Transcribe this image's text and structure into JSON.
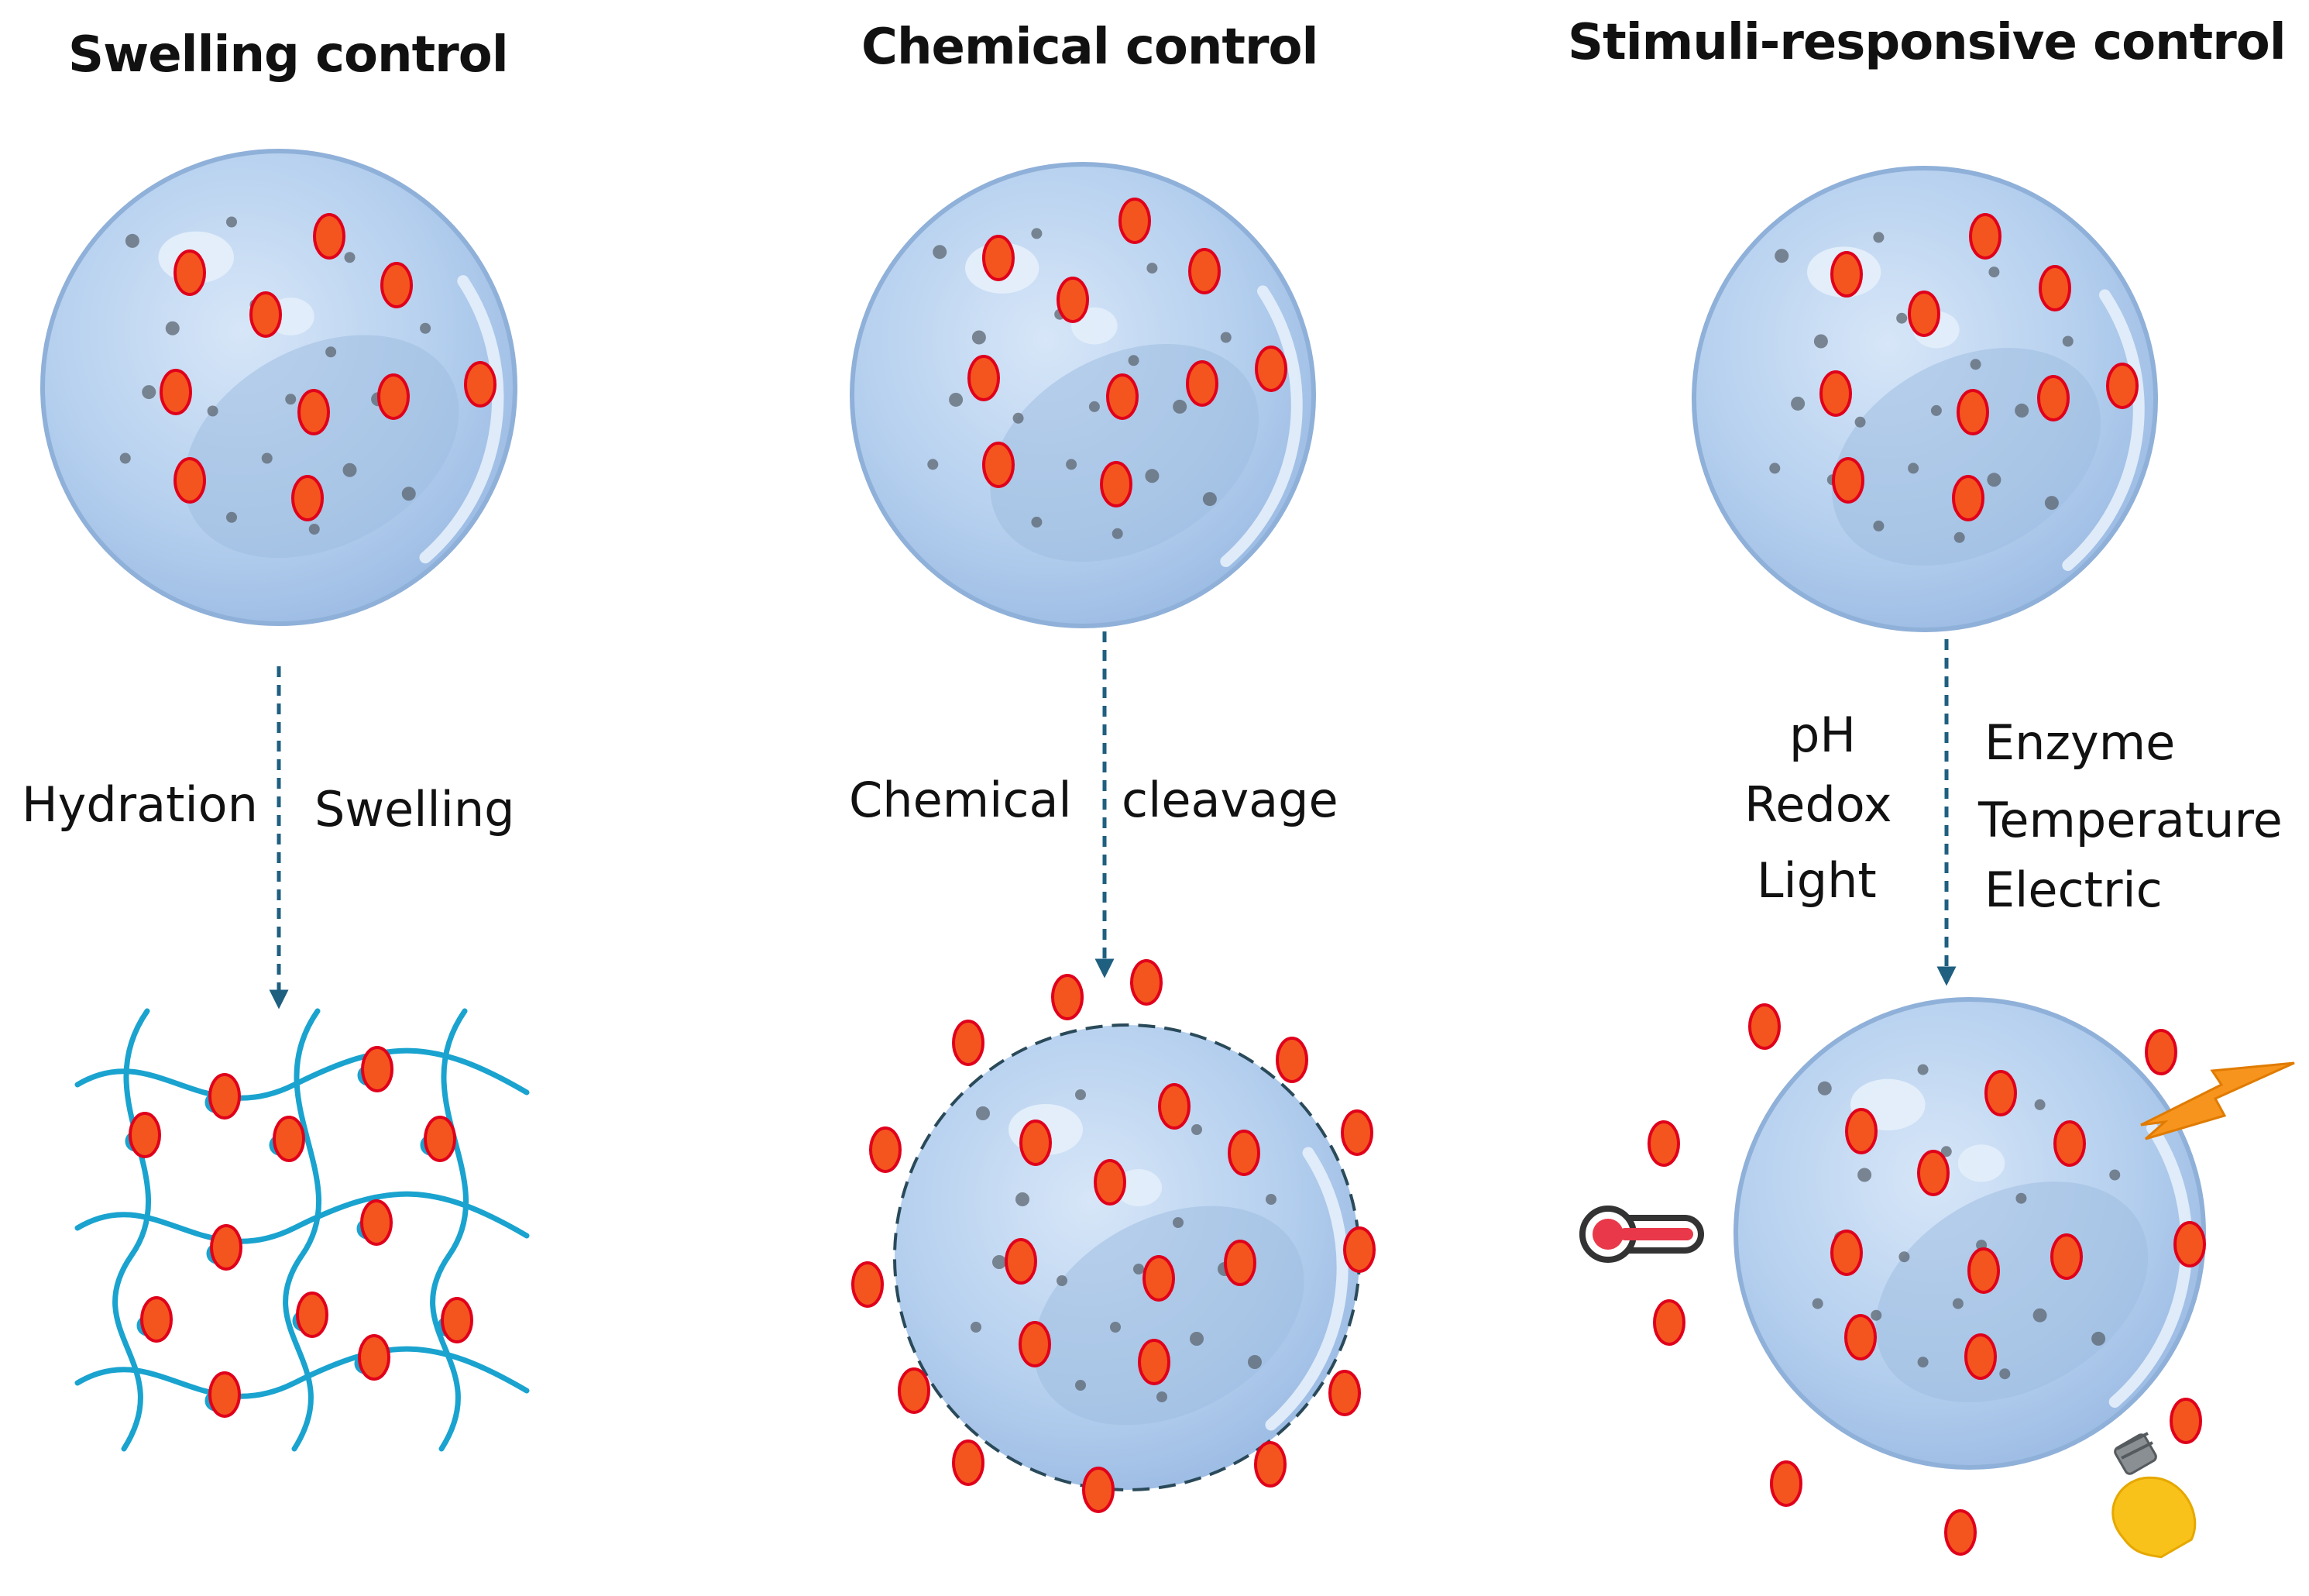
{
  "panels": [
    {
      "title": "Swelling control",
      "labels": [
        "Hydration",
        "Swelling"
      ]
    },
    {
      "title": "Chemical control",
      "labels": [
        "Chemical",
        "cleavage"
      ]
    },
    {
      "title": "Stimuli-responsive control",
      "stimuli_left": [
        "pH",
        "Redox",
        "Light"
      ],
      "stimuli_right": [
        "Enzyme",
        "Temperature",
        "Electric"
      ]
    }
  ],
  "icons": {
    "thermometer": "thermometer-icon",
    "lightning": "lightning-icon",
    "bulb": "light-bulb-icon"
  },
  "colors": {
    "sphere": "#b4cfee",
    "sphere_edge": "#8fb0d8",
    "drug_fill": "#f4541e",
    "drug_edge": "#e0001b",
    "network": "#1aa3cf",
    "arrow": "#1f5f80",
    "bolt": "#f7941d",
    "bulb": "#f8c21a"
  }
}
